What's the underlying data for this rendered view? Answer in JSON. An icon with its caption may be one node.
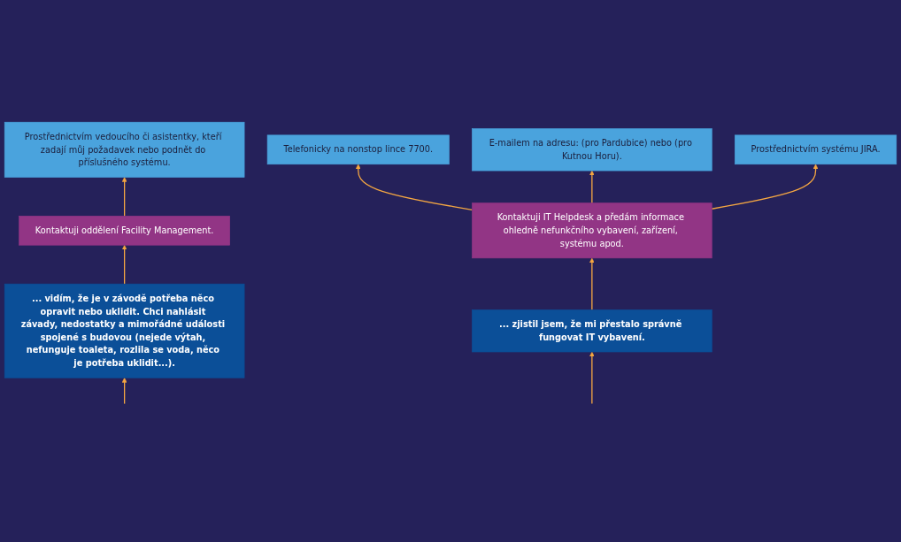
{
  "diagram": {
    "nodes": [
      {
        "text": [
          "Prostřednictvím vedoucího či asistentky, kteří zadají můj požadavek nebo podnět do příslušného systému."
        ]
      },
      {
        "text": [
          "Telefonicky na nonstop lince 7700."
        ]
      },
      {
        "text": [
          "E-mailem na adresu: (pro Pardubice) nebo (pro Kutnou Horu)."
        ]
      },
      {
        "text": [
          "Kontaktuji oddělení Facility Management."
        ]
      },
      {
        "text": [
          "Prostřednictvím systému JIRA."
        ]
      },
      {
        "text": [
          "Kontaktuji IT Helpdesk a předám informace ohledně nefunkčního vybavení, zařízení, systému apod."
        ]
      },
      {
        "text": [
          "... vidím, že je v závodě potřeba něco opravit nebo uklidit. Chci nahlásit závady, nedostatky a mimořádné události spojené s budovou (nejede výtah, nefunguje toaleta, rozlila se voda, něco je potřeba uklidit...)."
        ]
      },
      {
        "text": [
          "... zjistil jsem, že mi přestalo správně fungovat IT vybavení."
        ]
      }
    ],
    "edges": [
      {
        "from": 3,
        "to": 0,
        "arrow": "to"
      },
      {
        "from": 6,
        "to": 3,
        "arrow": "to"
      },
      {
        "from": 5,
        "to": 1,
        "arrow": "to"
      },
      {
        "from": 5,
        "to": 2,
        "arrow": "to"
      },
      {
        "from": 5,
        "to": 4,
        "arrow": "to"
      },
      {
        "from": 7,
        "to": 5,
        "arrow": "to"
      },
      {
        "from": null,
        "to": 6,
        "arrow": "to"
      },
      {
        "from": null,
        "to": 7,
        "arrow": "to"
      }
    ]
  }
}
